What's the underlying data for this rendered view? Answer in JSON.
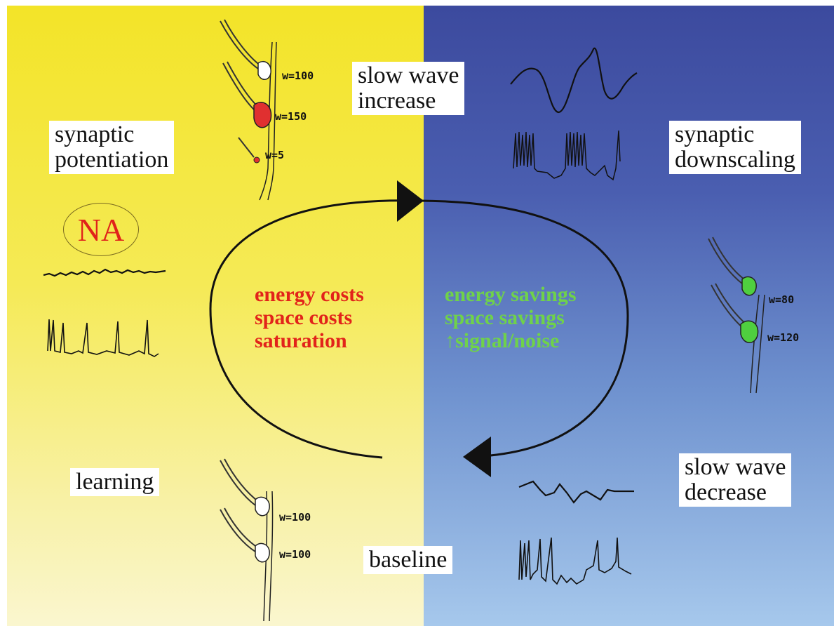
{
  "labels": {
    "synaptic_potentiation": "synaptic\npotentiation",
    "slow_wave_increase": "slow wave\nincrease",
    "synaptic_downscaling": "synaptic\ndownscaling",
    "learning": "learning",
    "baseline": "baseline",
    "slow_wave_decrease": "slow wave\ndecrease",
    "na": "NA"
  },
  "costs": [
    "energy costs",
    "space costs",
    "saturation"
  ],
  "savings": [
    "energy savings",
    "space savings",
    "↑signal/noise"
  ],
  "weights": {
    "top": [
      "w=100",
      "w=150",
      "w=5"
    ],
    "right": [
      "w=80",
      "w=120"
    ],
    "bottom": [
      "w=100",
      "w=100"
    ]
  },
  "colors": {
    "left_background": "#f3e428",
    "right_background": "#3c4a9e",
    "costs_text": "#e2231a",
    "savings_text": "#6fd24a",
    "potentiated_synapse": "#e03030",
    "downscaled_synapse": "#4fcf3f"
  },
  "icons": [
    "cycle-arrow-icon",
    "dendrite-icon",
    "eeg-trace-icon",
    "spike-train-icon"
  ]
}
